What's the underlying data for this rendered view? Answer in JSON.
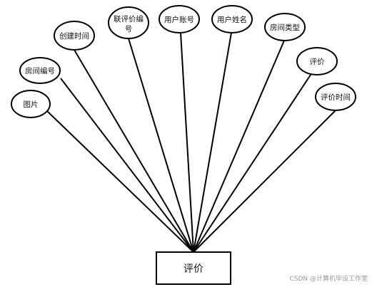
{
  "entity": {
    "label": "评价"
  },
  "attributes": [
    {
      "id": "tupian",
      "label": "图片"
    },
    {
      "id": "fangjianbianhao",
      "label": "房间编号"
    },
    {
      "id": "chuangjianshijian",
      "label": "创建时间"
    },
    {
      "id": "lianpingjiabianhao",
      "label": "联评价编号"
    },
    {
      "id": "yonghuzhanghao",
      "label": "用户账号"
    },
    {
      "id": "yonghuxingming",
      "label": "用户姓名"
    },
    {
      "id": "fangjianleixing",
      "label": "房间类型"
    },
    {
      "id": "pingjia",
      "label": "评价"
    },
    {
      "id": "pingjiashijian",
      "label": "评价时间"
    }
  ],
  "watermark": "CSDN @计算机毕设工作室",
  "colors": {
    "stroke": "#000000",
    "text": "#111111",
    "watermark": "#9a9a9a"
  }
}
